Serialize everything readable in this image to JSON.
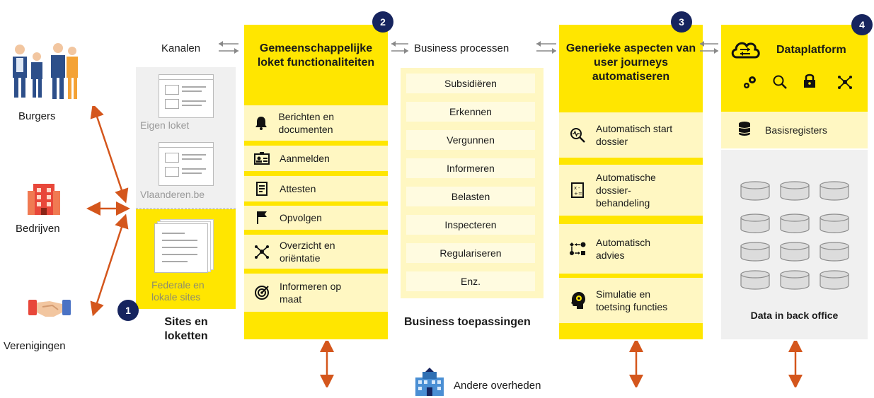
{
  "actors": {
    "citizens": "Burgers",
    "companies": "Bedrijven",
    "associations": "Verenigingen"
  },
  "channels_label": "Kanalen",
  "sites": {
    "own_counter": "Eigen loket",
    "vlaanderen": "Vlaanderen.be",
    "federal": "Federale en lokale sites",
    "title": "Sites en loketten",
    "badge": "1"
  },
  "common_functions": {
    "title": "Gemeenschappelijke loket functionaliteiten",
    "badge": "2",
    "items": [
      {
        "icon": "bell-icon",
        "label": "Berichten en documenten"
      },
      {
        "icon": "id-card-icon",
        "label": "Aanmelden"
      },
      {
        "icon": "certificate-icon",
        "label": "Attesten"
      },
      {
        "icon": "flag-icon",
        "label": "Opvolgen"
      },
      {
        "icon": "network-icon",
        "label": "Overzicht en oriëntatie"
      },
      {
        "icon": "target-icon",
        "label": "Informeren op maat"
      }
    ]
  },
  "business": {
    "processes_label": "Business processen",
    "items": [
      "Subsidiëren",
      "Erkennen",
      "Vergunnen",
      "Informeren",
      "Belasten",
      "Inspecteren",
      "Regulariseren",
      "Enz."
    ],
    "apps_label": "Business toepassingen"
  },
  "generic": {
    "title": "Generieke aspecten van user journeys automatiseren",
    "badge": "3",
    "items": [
      {
        "icon": "search-pulse-icon",
        "label": "Automatisch start dossier"
      },
      {
        "icon": "calculator-icon",
        "label": "Automatische dossier-behandeling"
      },
      {
        "icon": "flowchart-icon",
        "label": "Automatisch advies"
      },
      {
        "icon": "brain-gear-icon",
        "label": "Simulatie en toetsing functies"
      }
    ]
  },
  "dataplatform": {
    "title": "Dataplatform",
    "badge": "4",
    "registers": "Basisregisters",
    "backoffice": "Data in back office"
  },
  "other_governments": "Andere overheden",
  "colors": {
    "yellow": "#ffe600",
    "light_yellow": "#fff7c2",
    "navy": "#16245e",
    "arrow_orange": "#d4561c",
    "gray": "#f0f0f0"
  }
}
